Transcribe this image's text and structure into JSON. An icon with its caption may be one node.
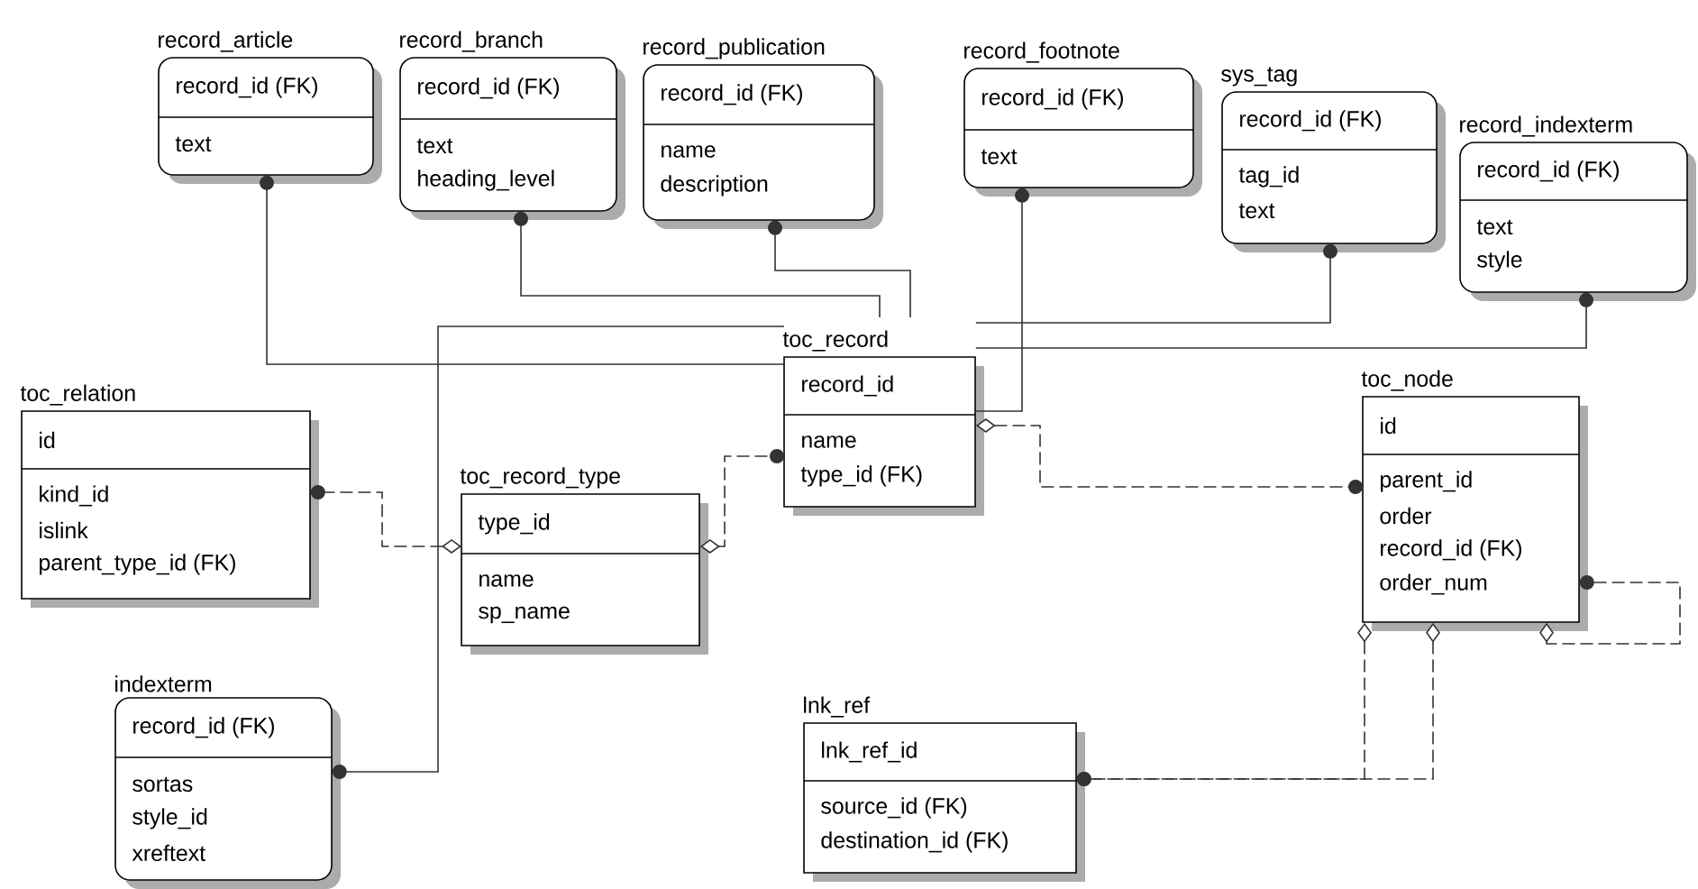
{
  "diagram": {
    "nodes": [
      {
        "text": [
          "record_article",
          "record_id (FK)",
          "text"
        ]
      },
      {
        "text": [
          "record_branch",
          "record_id (FK)",
          "text",
          "heading_level"
        ]
      },
      {
        "text": [
          "record_publication",
          "record_id (FK)",
          "name",
          "description"
        ]
      },
      {
        "text": [
          "record_footnote",
          "record_id (FK)",
          "text"
        ]
      },
      {
        "text": [
          "sys_tag",
          "record_id (FK)",
          "tag_id",
          "text"
        ]
      },
      {
        "text": [
          "record_indexterm",
          "record_id (FK)",
          "text",
          "style"
        ]
      },
      {
        "text": [
          "toc_record",
          "record_id",
          "name",
          "type_id (FK)"
        ]
      },
      {
        "text": [
          "toc_relation",
          "id",
          "kind_id",
          "islink",
          "parent_type_id (FK)"
        ]
      },
      {
        "text": [
          "toc_node",
          "id",
          "parent_id",
          "order",
          "record_id (FK)",
          "order_num"
        ]
      },
      {
        "text": [
          "toc_record_type",
          "type_id",
          "name",
          "sp_name"
        ]
      },
      {
        "text": [
          "indexterm",
          "record_id (FK)",
          "sortas",
          "style_id",
          "xreftext"
        ]
      },
      {
        "text": [
          "lnk_ref",
          "lnk_ref_id",
          "source_id (FK)",
          "destination_id (FK)"
        ]
      }
    ],
    "edges": [
      {
        "from": 6,
        "to": 0,
        "arrow": "other"
      },
      {
        "from": 6,
        "to": 1,
        "arrow": "other"
      },
      {
        "from": 6,
        "to": 2,
        "arrow": "other"
      },
      {
        "from": 6,
        "to": 3,
        "arrow": "other"
      },
      {
        "from": 6,
        "to": 4,
        "arrow": "other"
      },
      {
        "from": 6,
        "to": 5,
        "arrow": "other"
      },
      {
        "from": 6,
        "to": 10,
        "arrow": "other"
      },
      {
        "from": 9,
        "to": 7,
        "arrow": "other",
        "style": "dashed"
      },
      {
        "from": 9,
        "to": 6,
        "arrow": "other",
        "style": "dashed"
      },
      {
        "from": 6,
        "to": 8,
        "arrow": "other",
        "style": "dashed"
      },
      {
        "from": 8,
        "to": 8,
        "arrow": "other",
        "style": "dashed"
      },
      {
        "from": 8,
        "to": 11,
        "arrow": "other",
        "style": "dashed"
      },
      {
        "from": 8,
        "to": 11,
        "arrow": "other",
        "style": "dashed"
      }
    ]
  }
}
